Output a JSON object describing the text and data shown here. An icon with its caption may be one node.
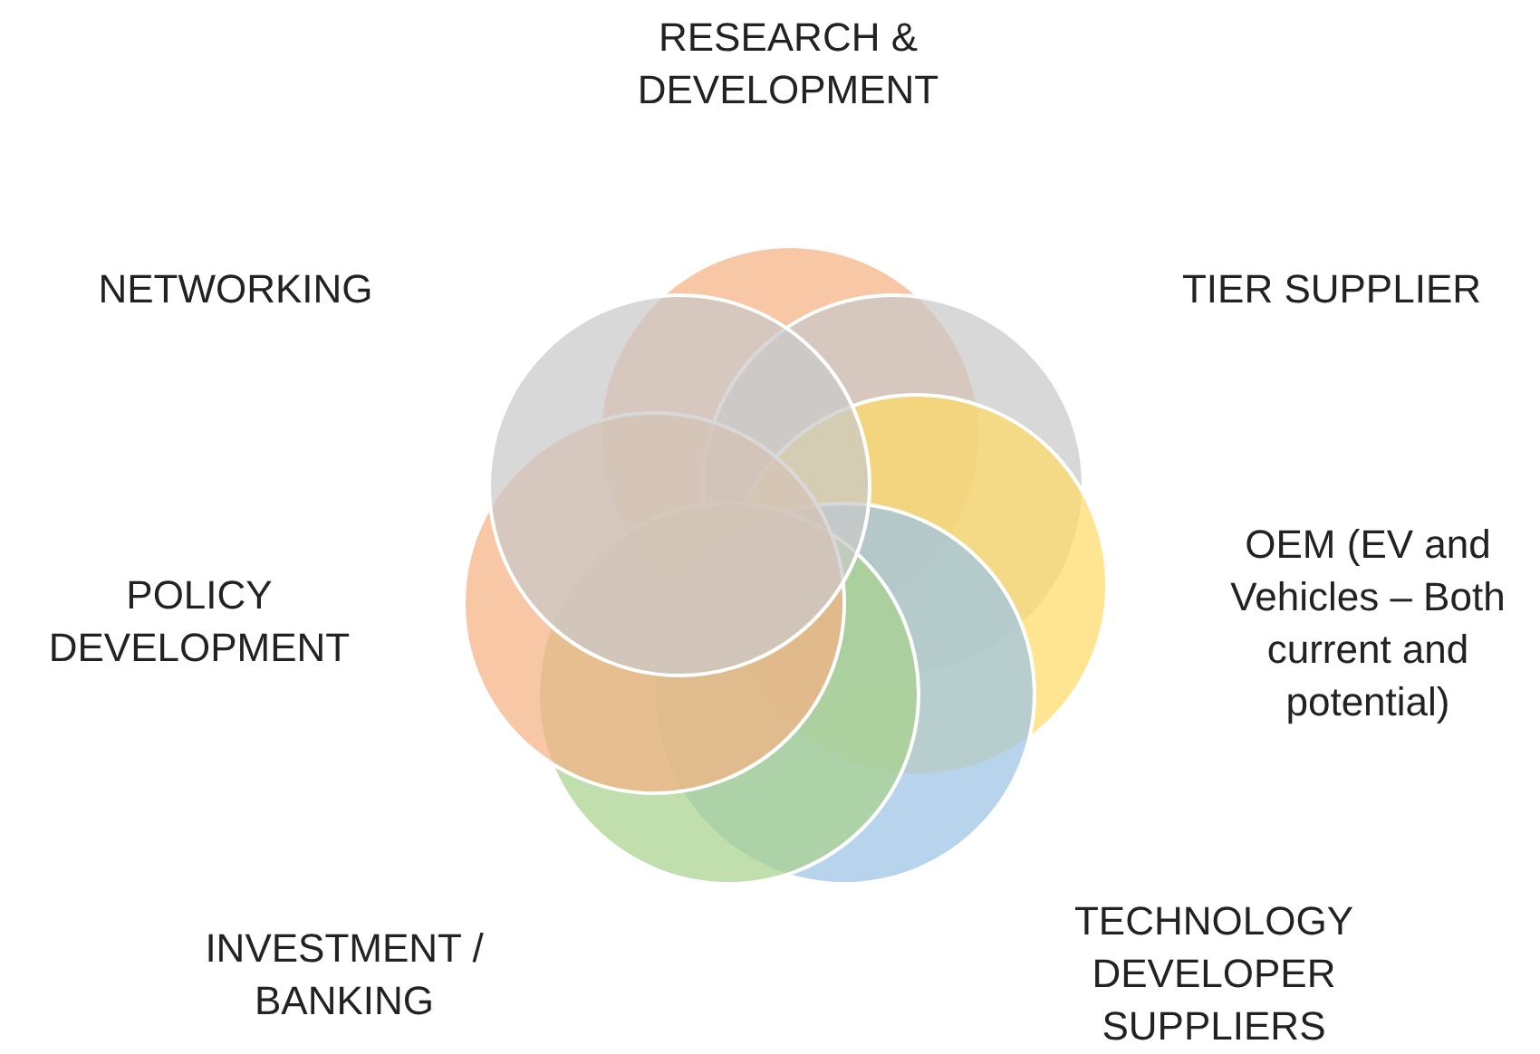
{
  "diagram": {
    "nodes": [
      {
        "text": [],
        "shape": "circle",
        "beside": [
          "RESEARCH & DEVELOPMENT"
        ]
      },
      {
        "text": [],
        "shape": "circle",
        "beside": [
          "NETWORKING"
        ]
      },
      {
        "text": [],
        "shape": "circle",
        "beside": [
          "TIER SUPPLIER"
        ]
      },
      {
        "text": [],
        "shape": "circle",
        "beside": [
          "POLICY DEVELOPMENT"
        ]
      },
      {
        "text": [],
        "shape": "circle",
        "beside": [
          "OEM (EV and Vehicles – Both current and potential)"
        ]
      },
      {
        "text": [],
        "shape": "circle",
        "beside": [
          "INVESTMENT / BANKING"
        ]
      },
      {
        "text": [],
        "shape": "circle",
        "beside": [
          "TECHNOLOGY DEVELOPER SUPPLIERS"
        ]
      }
    ]
  }
}
